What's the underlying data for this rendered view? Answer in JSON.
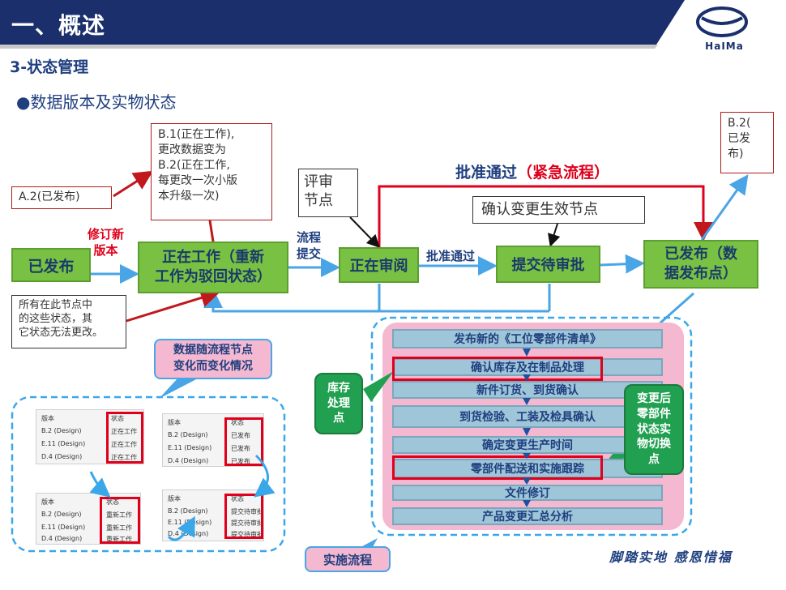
{
  "header": {
    "title": "一、概述"
  },
  "logo": {
    "text": "HaIMa"
  },
  "subtitle": "3-状态管理",
  "bullet": "●数据版本及实物状态",
  "flow": {
    "released": "已发布",
    "revise_label": "修订新\n版本",
    "in_work": "正在工作（重新\n工作为驳回状态）",
    "submit_label": "流程\n提交",
    "in_review": "正在审阅",
    "approve_label": "批准通过",
    "submitted_pending": "提交待审批",
    "released_final": "已发布（数\n据发布点）",
    "urgent_title_prefix": "批准通过",
    "urgent_title_suffix": "（紧急流程）"
  },
  "notes": {
    "a2": "A.2(已发布)",
    "b1": "B.1(正在工作),\n更改数据变为\nB.2(正在工作,\n每更改一次小版\n本升级一次)",
    "review_node": "评审\n节点",
    "confirm_change": "确认变更生效节点",
    "b2": "B.2(\n已发\n布)",
    "locked": "所有在此节点中\n的这些状态，其\n它状态无法更改。"
  },
  "data_callout": "数据随流程节点\n变化而变化情况",
  "sheets": [
    {
      "col1": "版本",
      "col2": "状态",
      "rows": [
        [
          "B.2 (Design)",
          "正在工作"
        ],
        [
          "E.11 (Design)",
          "正在工作"
        ],
        [
          "D.4 (Design)",
          "正在工作"
        ]
      ]
    },
    {
      "col1": "版本",
      "col2": "状态",
      "rows": [
        [
          "B.2 (Design)",
          "已发布"
        ],
        [
          "E.11 (Design)",
          "已发布"
        ],
        [
          "D.4 (Design)",
          "已发布"
        ]
      ]
    },
    {
      "col1": "版本",
      "col2": "状态",
      "rows": [
        [
          "B.2 (Design)",
          "重新工作"
        ],
        [
          "E.11 (Design)",
          "重新工作"
        ],
        [
          "D.4 (Design)",
          "重新工作"
        ]
      ]
    },
    {
      "col1": "版本",
      "col2": "状态",
      "rows": [
        [
          "B.2 (Design)",
          "提交待审批"
        ],
        [
          "E.11 (Design)",
          "提交待审批"
        ],
        [
          "D.4 (Design)",
          "提交待审批"
        ]
      ]
    }
  ],
  "steps": [
    "发布新的《工位零部件清单》",
    "确认库存及在制品处理",
    "新件订货、到货确认",
    "到货检验、工装及检具确认",
    "确定变更生产时间",
    "零部件配送和实施跟踪",
    "文件修订",
    "产品变更汇总分析"
  ],
  "inventory_callout": "库存\n处理\n点",
  "switch_callout": "变更后\n零部件\n状态实\n物切换\n点",
  "implementation_label": "实施流程",
  "footer": "脚踏实地  感恩惜福",
  "colors": {
    "header_bg": "#1a2f6b",
    "flow_green": "#79c143",
    "accent_red": "#e0001b",
    "arrow_blue": "#49a5e6",
    "pink_panel": "#f4b8d0"
  }
}
